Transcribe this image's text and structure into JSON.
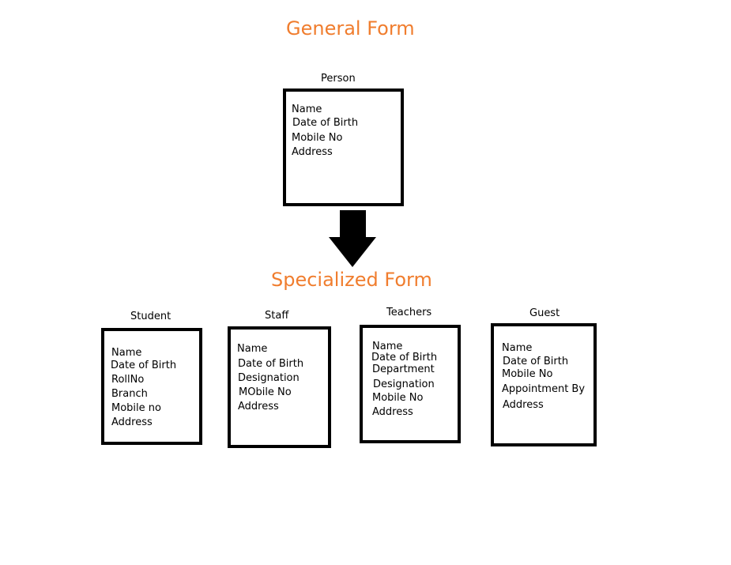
{
  "colors": {
    "heading": "#f07d2e",
    "border": "#000000",
    "text": "#000000"
  },
  "headings": {
    "general": "General Form",
    "specialized": "Specialized Form"
  },
  "person": {
    "title": "Person",
    "attributes": [
      "Name",
      "Date of Birth",
      "Mobile No",
      "Address"
    ]
  },
  "student": {
    "title": "Student",
    "attributes": [
      "Name",
      "Date of Birth",
      "RollNo",
      "Branch",
      "Mobile no",
      "Address"
    ]
  },
  "staff": {
    "title": "Staff",
    "attributes": [
      "Name",
      "Date of Birth",
      "Designation",
      "MObile No",
      "Address"
    ]
  },
  "teachers": {
    "title": "Teachers",
    "attributes": [
      "Name",
      "Date of Birth",
      "Department",
      "Designation",
      "Mobile No",
      "Address"
    ]
  },
  "guest": {
    "title": "Guest",
    "attributes": [
      "Name",
      "Date of Birth",
      "Mobile No",
      "Appointment By",
      "Address"
    ]
  },
  "arrow": {
    "icon": "arrow-down-icon"
  }
}
